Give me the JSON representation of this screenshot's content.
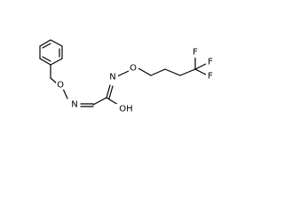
{
  "structure": {
    "atoms": [
      {
        "id": "O1",
        "label": "O"
      },
      {
        "id": "N1",
        "label": "N"
      },
      {
        "id": "N2",
        "label": "N"
      },
      {
        "id": "O2",
        "label": "O"
      },
      {
        "id": "OH",
        "label": "OH"
      },
      {
        "id": "F1",
        "label": "F"
      },
      {
        "id": "F2",
        "label": "F"
      },
      {
        "id": "F3",
        "label": "F"
      }
    ]
  }
}
